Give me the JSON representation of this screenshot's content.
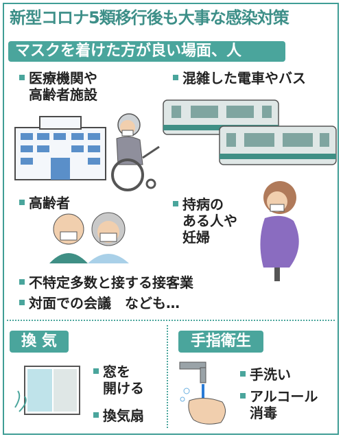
{
  "title": "新型コロナ5類移行後も大事な感染対策",
  "banner": "マスクを着けた方が良い場面、人",
  "mask_items": {
    "medical": [
      "医療機関や",
      "高齢者施設"
    ],
    "transport": [
      "混雑した電車やバス"
    ],
    "elderly": [
      "高齢者"
    ],
    "chronic": [
      "持病の",
      "ある人や",
      "妊婦"
    ],
    "service": [
      "不特定多数と接する接客業"
    ],
    "meeting": [
      "対面での会議　なども…"
    ]
  },
  "ventilation": {
    "tab": "換 気",
    "items": [
      [
        "窓を",
        "開ける"
      ],
      [
        "換気扇"
      ]
    ]
  },
  "hygiene": {
    "tab": "手指衛生",
    "items": [
      [
        "手洗い"
      ],
      [
        "アルコール",
        "消毒"
      ]
    ]
  },
  "colors": {
    "accent": "#4aa59c",
    "title": "#3d8f88",
    "train_body": "#dfe7e6",
    "train_stripe": "#3f8f85",
    "building": "#5a8fc9",
    "pregnant": "#8a6cc0"
  }
}
